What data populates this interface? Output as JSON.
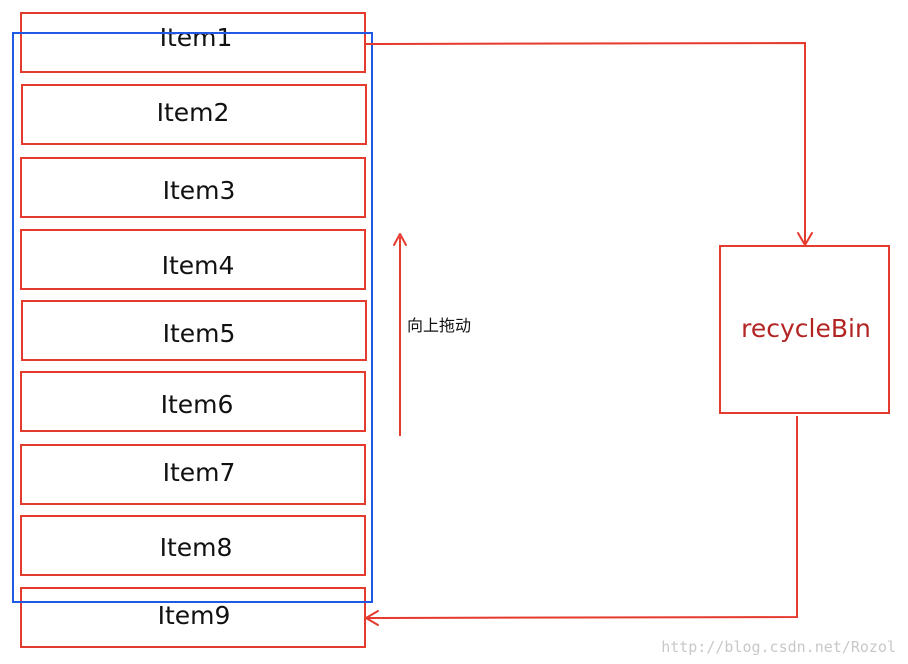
{
  "diagram": {
    "items": [
      "Item1",
      "Item2",
      "Item3",
      "Item4",
      "Item5",
      "Item6",
      "Item7",
      "Item8",
      "Item9"
    ],
    "recycle_bin_label": "recycleBin",
    "scroll_note": "向上拖动",
    "watermark": "http://blog.csdn.net/Rozol"
  },
  "colors": {
    "item_border": "#e53a2e",
    "viewport_border": "#2059e6",
    "recycle_bin_text": "#b32424",
    "arrow": "#e53a2e"
  }
}
